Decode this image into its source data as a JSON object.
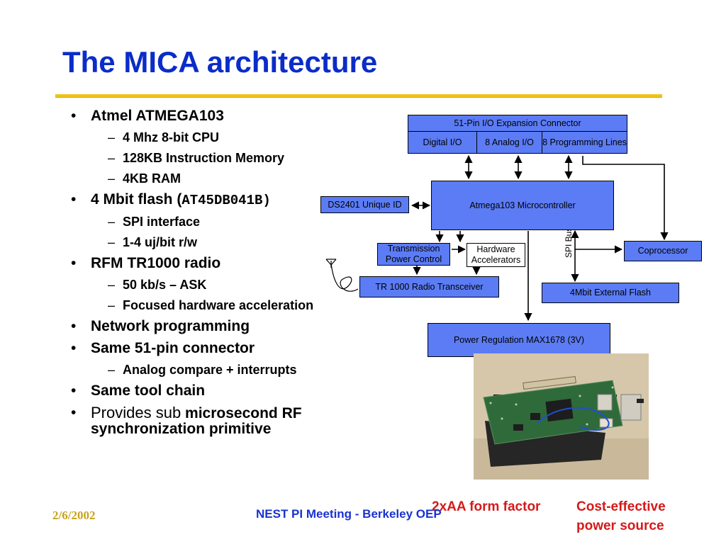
{
  "slide": {
    "title": "The MICA architecture"
  },
  "bullets": {
    "b1": "Atmel ATMEGA103",
    "b1_1": "4 Mhz 8-bit CPU",
    "b1_2": "128KB Instruction Memory",
    "b1_3": "4KB RAM",
    "b2_prefix": "4 Mbit flash (",
    "b2_code": "AT45DB041B)",
    "b2_1": "SPI interface",
    "b2_2": "1-4 uj/bit r/w",
    "b3": "RFM TR1000 radio",
    "b3_1": "50 kb/s – ASK",
    "b3_2": "Focused hardware acceleration",
    "b4": "Network programming",
    "b5": "Same 51-pin connector",
    "b5_1": "Analog compare + interrupts",
    "b6": "Same tool chain",
    "b7_lead": "Provides sub",
    "b7_rest": "microsecond RF",
    "b7_line2": "synchronization primitive"
  },
  "diagram": {
    "connector": "51-Pin I/O Expansion Connector",
    "digital_io": "Digital I/O",
    "analog_io": "8 Analog I/O",
    "programming_lines": "8 Programming Lines",
    "ds2401": "DS2401 Unique ID",
    "mcu": "Atmega103 Microcontroller",
    "tx_power": "Transmission Power Control",
    "hw_accel": "Hardware Accelerators",
    "spi_bus": "SPI Bus",
    "coprocessor": "Coprocessor",
    "radio": "TR 1000 Radio Transceiver",
    "flash": "4Mbit External Flash",
    "power": "Power Regulation MAX1678 (3V)"
  },
  "captions": {
    "form_factor": "2xAA form factor",
    "cost_effective_line1": "Cost-effective",
    "cost_effective_line2": "power source"
  },
  "footer": {
    "date": "2/6/2002",
    "meeting": "NEST PI Meeting - Berkeley OEP"
  },
  "colors": {
    "title": "#0a2cc9",
    "box_fill": "#5c7cf5",
    "rule": "#f0c419",
    "caption_red": "#d51a1a"
  }
}
